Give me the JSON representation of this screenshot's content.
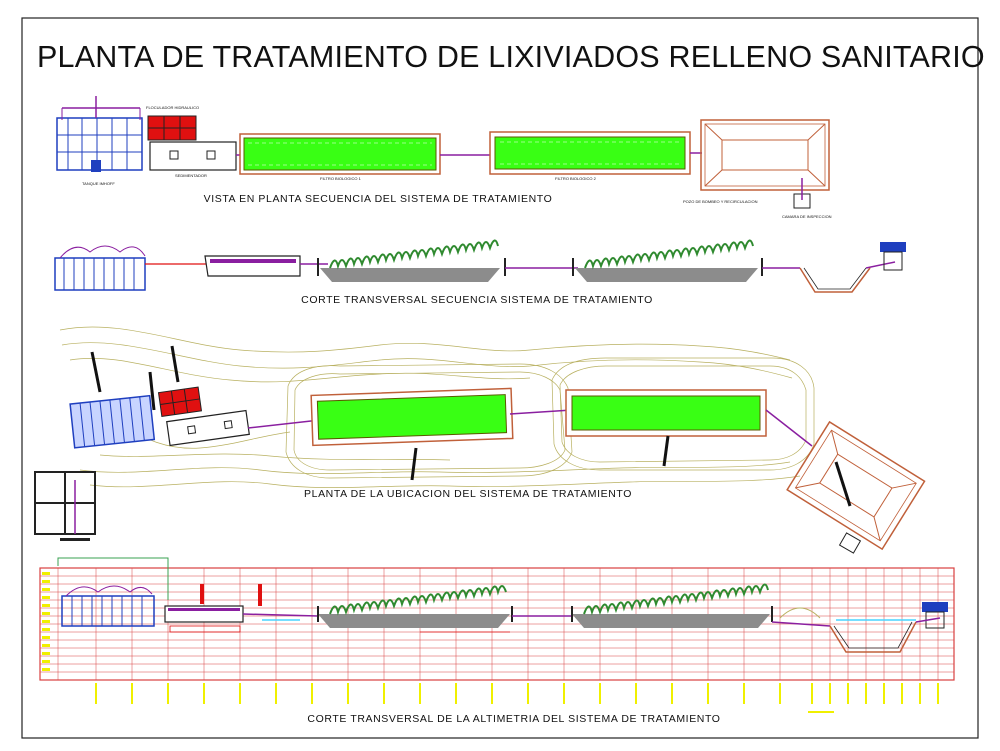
{
  "title": "PLANTA DE TRATAMIENTO DE LIXIVIADOS RELLENO SANITARIO",
  "captions": {
    "plan_view": "VISTA EN PLANTA SECUENCIA DEL SISTEMA DE TRATAMIENTO",
    "cross_section": "CORTE TRANSVERSAL SECUENCIA SISTEMA DE TRATAMIENTO",
    "location_plan": "PLANTA DE LA UBICACION DEL SISTEMA DE TRATAMIENTO",
    "altimetry_section": "CORTE TRANSVERSAL DE LA ALTIMETRIA DEL SISTEMA DE TRATAMIENTO"
  },
  "colors": {
    "wetland_green": "#39ff14",
    "tank_blue": "#1f3fbf",
    "tank_red": "#e01010",
    "pipe_purple": "#8a1fa0",
    "berm_brown": "#c0603a",
    "contour_olive": "#b8b060",
    "grid_red": "#d84040",
    "marker_yellow": "#f0f000",
    "vegetation_green": "#2f8a2f",
    "gravel_gray": "#8c8c8c"
  }
}
